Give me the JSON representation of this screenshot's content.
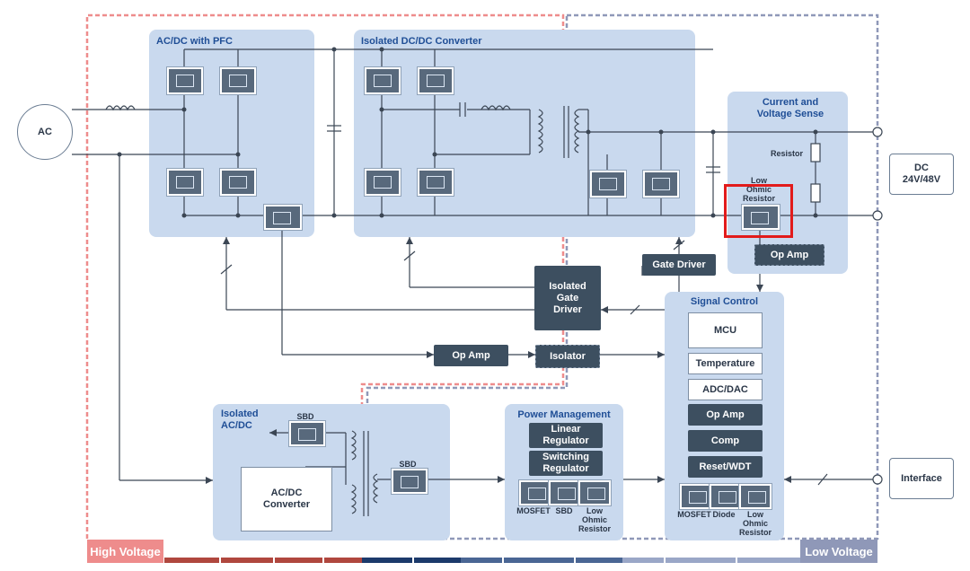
{
  "diagram": {
    "ac_source": "AC",
    "blocks": {
      "acdc_pfc": "AC/DC with PFC",
      "isolated_dcdc": "Isolated DC/DC Converter",
      "current_voltage_sense": "Current and\nVoltage Sense",
      "isolated_acdc": "Isolated\nAC/DC",
      "power_management": "Power Management",
      "signal_control": "Signal Control"
    },
    "components": {
      "resistor": "Resistor",
      "low_ohmic_resistor": "Low\nOhmic\nResistor",
      "op_amp_sense": "Op Amp",
      "gate_driver": "Gate Driver",
      "isolated_gate_driver": "Isolated\nGate\nDriver",
      "op_amp_mid": "Op Amp",
      "isolator": "Isolator",
      "sbd_top": "SBD",
      "sbd_mid": "SBD",
      "acdc_converter": "AC/DC\nConverter",
      "linear_regulator": "Linear\nRegulator",
      "switching_regulator": "Switching\nRegulator",
      "pm_mosfet": "MOSFET",
      "pm_sbd": "SBD",
      "pm_low_ohmic": "Low\nOhmic\nResistor",
      "mcu": "MCU",
      "temperature": "Temperature",
      "adc_dac": "ADC/DAC",
      "sc_op_amp": "Op Amp",
      "comp": "Comp",
      "reset_wdt": "Reset/WDT",
      "sc_mosfet": "MOSFET",
      "sc_diode": "Diode",
      "sc_low_ohmic": "Low\nOhmic\nResistor"
    },
    "terminals": {
      "dc_output": "DC\n24V/48V",
      "interface": "Interface"
    },
    "zones": {
      "high_voltage": "High Voltage",
      "low_voltage": "Low Voltage"
    },
    "colors": {
      "block_fill": "#c9d9ee",
      "high_voltage": "#ee8c8c",
      "low_voltage": "#8f98b8",
      "highlight": "#e21b1b",
      "dark_box": "#3d4f60"
    }
  }
}
